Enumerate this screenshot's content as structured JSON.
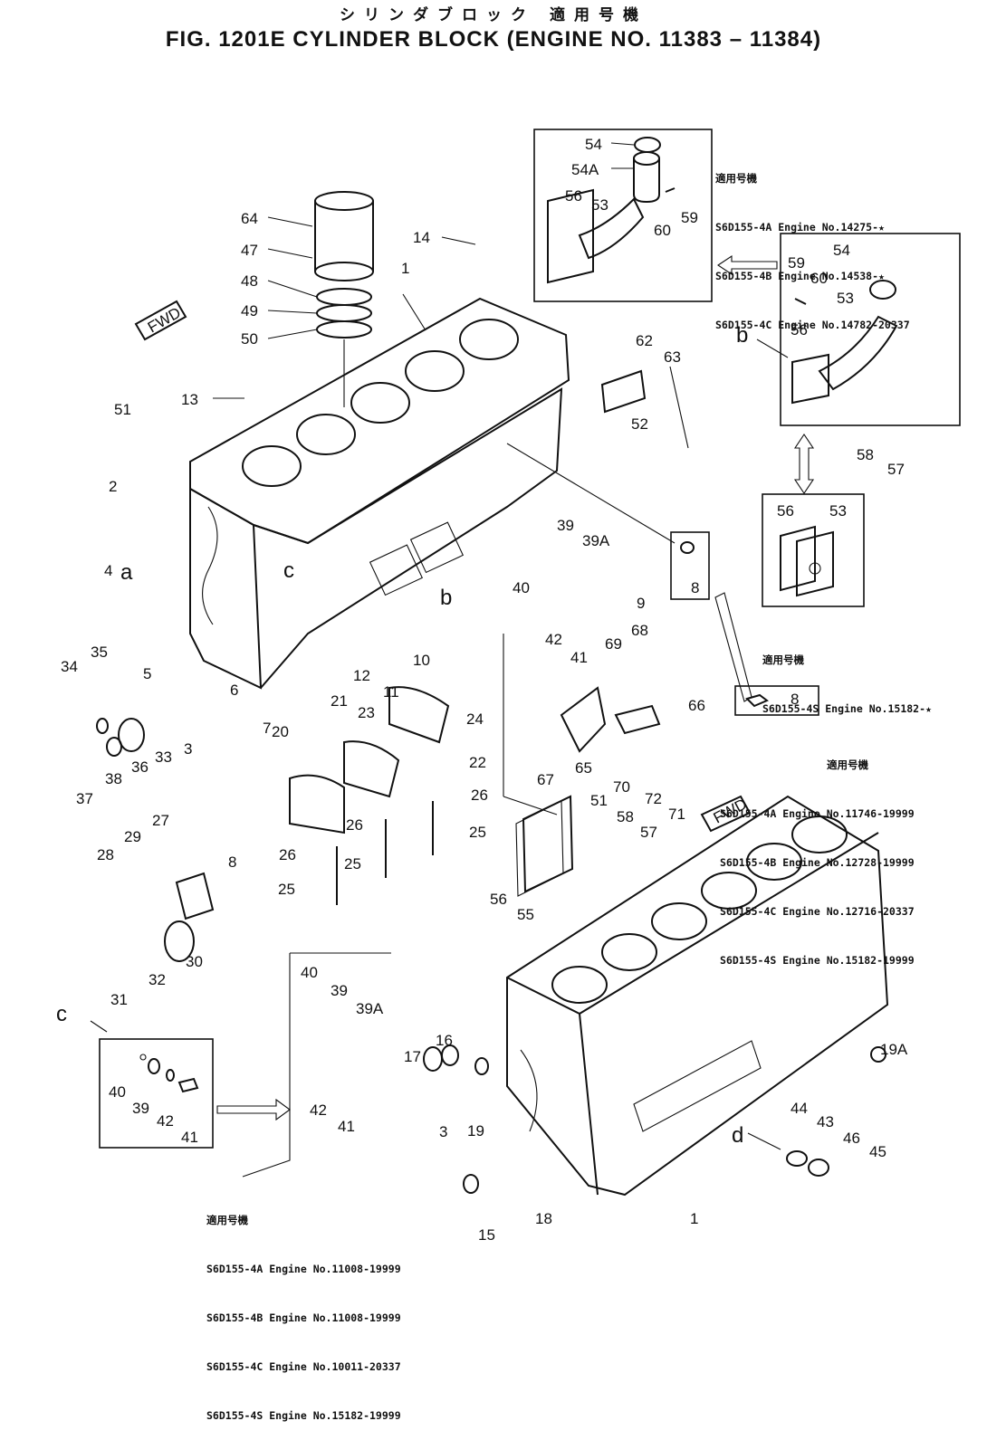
{
  "header": {
    "japanese": "シリンダブロック 適用号機",
    "title": "FIG. 1201E CYLINDER BLOCK (ENGINE NO. 11383 – 11384)"
  },
  "notes": {
    "top_right": {
      "heading": "適用号機",
      "lines": [
        "S6D155-4A Engine No.14275-★",
        "S6D155-4B Engine No.14538-★",
        "S6D155-4C Engine No.14782-20337"
      ]
    },
    "mid_right": {
      "heading": "適用号機",
      "lines": [
        "S6D155-4S Engine No.15182-★"
      ]
    },
    "lower_right": {
      "heading": "適用号機",
      "lines": [
        "S6D155-4A Engine No.11746-19999",
        "S6D155-4B Engine No.12728-19999",
        "S6D155-4C Engine No.12716-20337",
        "S6D155-4S Engine No.15182-19999"
      ]
    },
    "bottom_left": {
      "heading": "適用号機",
      "lines": [
        "S6D155-4A Engine No.11008-19999",
        "S6D155-4B Engine No.11008-19999",
        "S6D155-4C Engine No.10011-20337",
        "S6D155-4S Engine No.15182-19999"
      ]
    }
  },
  "views": {
    "a": "a",
    "b": "b",
    "c": "c",
    "d": "d",
    "fwd": "FWD"
  },
  "callouts": {
    "c1": "1",
    "c2": "2",
    "c3": "3",
    "c4": "4",
    "c5": "5",
    "c6": "6",
    "c7": "7",
    "c8": "8",
    "c9": "9",
    "c10": "10",
    "c11": "11",
    "c12": "12",
    "c13": "13",
    "c14": "14",
    "c15": "15",
    "c16": "16",
    "c17": "17",
    "c18": "18",
    "c19": "19",
    "c19a": "19A",
    "c20": "20",
    "c21": "21",
    "c22": "22",
    "c23": "23",
    "c24": "24",
    "c25": "25",
    "c26": "26",
    "c27": "27",
    "c28": "28",
    "c29": "29",
    "c30": "30",
    "c31": "31",
    "c32": "32",
    "c33": "33",
    "c34": "34",
    "c35": "35",
    "c36": "36",
    "c37": "37",
    "c38": "38",
    "c39": "39",
    "c39a": "39A",
    "c40": "40",
    "c41": "41",
    "c42": "42",
    "c43": "43",
    "c44": "44",
    "c45": "45",
    "c46": "46",
    "c47": "47",
    "c48": "48",
    "c49": "49",
    "c50": "50",
    "c51": "51",
    "c52": "52",
    "c53": "53",
    "c54": "54",
    "c54a": "54A",
    "c55": "55",
    "c56": "56",
    "c57": "57",
    "c58": "58",
    "c59": "59",
    "c60": "60",
    "c62": "62",
    "c63": "63",
    "c64": "64",
    "c65": "65",
    "c66": "66",
    "c67": "67",
    "c68": "68",
    "c69": "69",
    "c70": "70",
    "c71": "71",
    "c72": "72"
  }
}
